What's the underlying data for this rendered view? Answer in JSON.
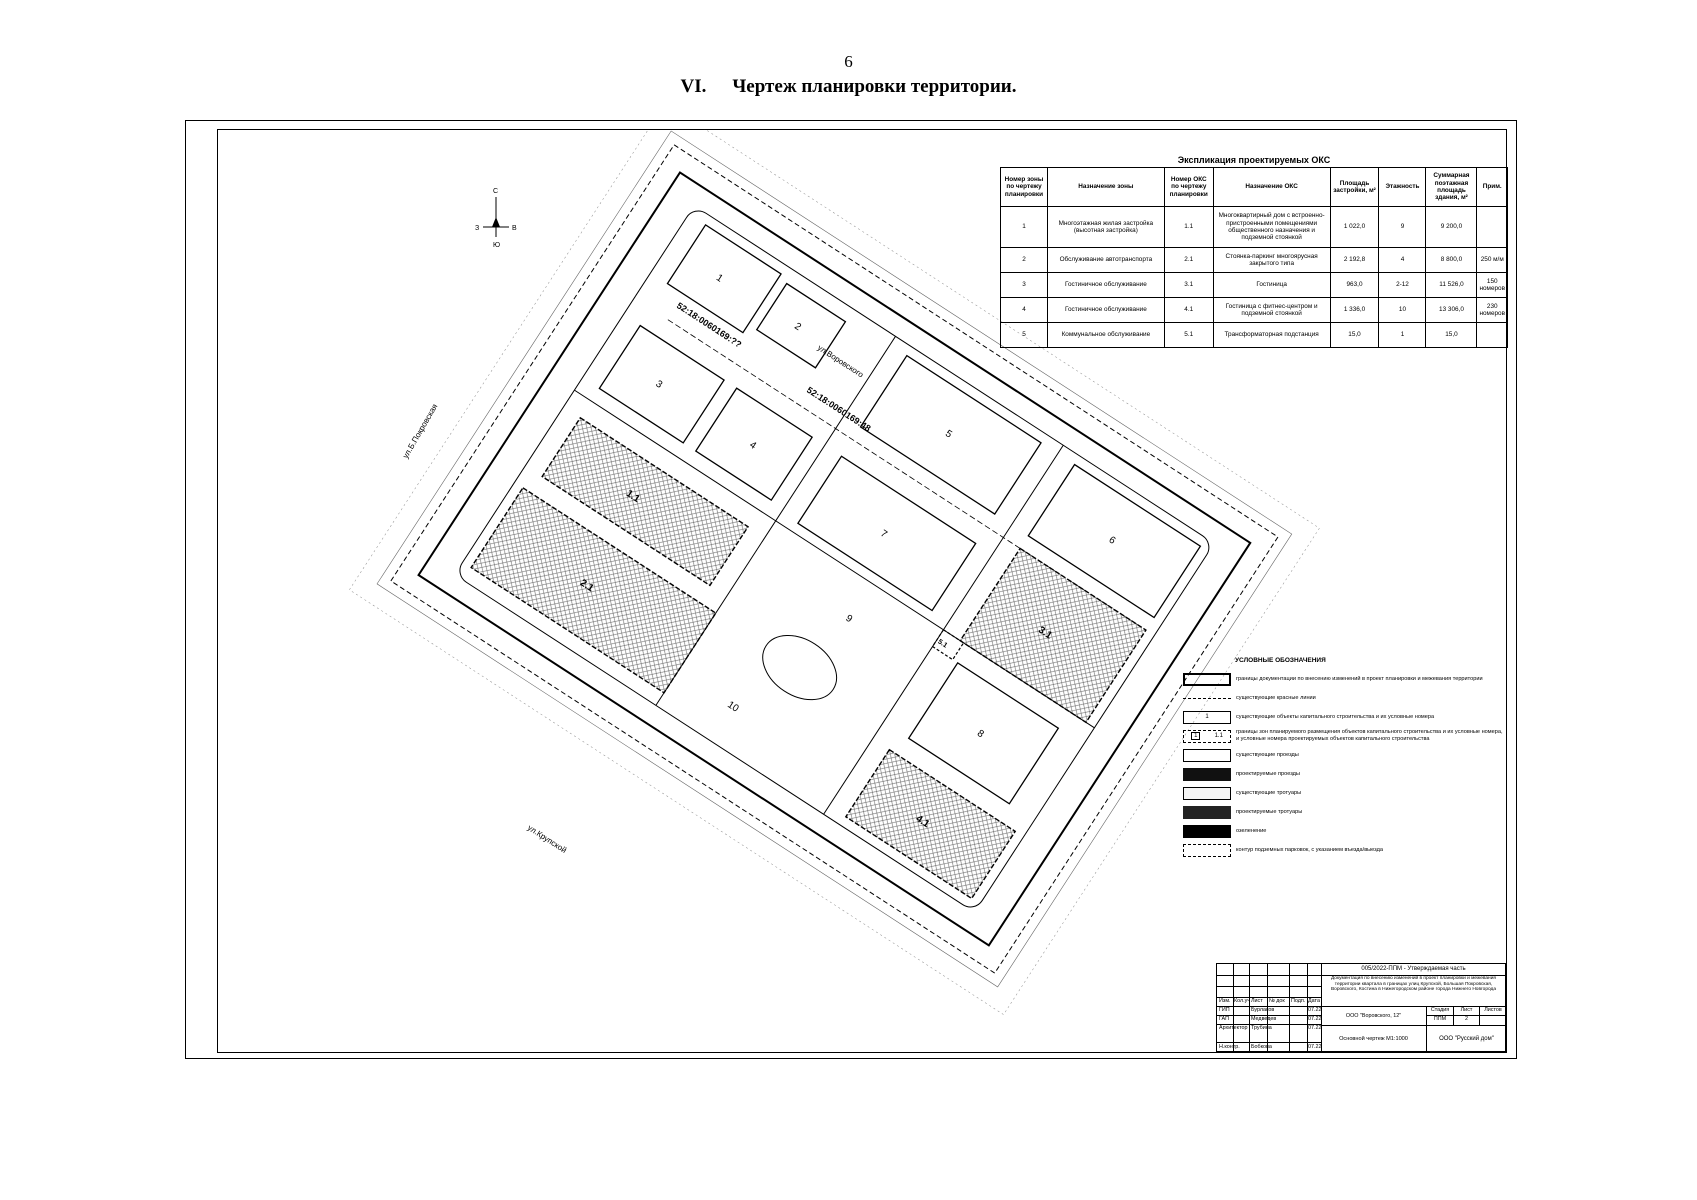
{
  "page": {
    "number": "6",
    "heading_roman": "VI.",
    "heading_text": "Чертеж планировки территории."
  },
  "plan": {
    "compass": {
      "n": "С",
      "s": "Ю",
      "w": "З",
      "e": "В"
    },
    "streets": {
      "pokrovskaya": "ул.Б.Покровская",
      "vorovskogo": "ул.Воровского",
      "krupskoy": "ул.Крупской"
    },
    "cadastral": [
      "52:18:0060169:??",
      "52:18:0060169:48"
    ],
    "existing_numbers": [
      "1",
      "2",
      "3",
      "4",
      "5",
      "6",
      "7",
      "8",
      "9",
      "10"
    ],
    "zone_labels": [
      "1.1",
      "2.1",
      "3.1",
      "4.1",
      "5.1"
    ],
    "zone_numbers": [
      "1",
      "2",
      "3",
      "4",
      "5"
    ]
  },
  "explication": {
    "title": "Экспликация проектируемых ОКС",
    "headers": [
      "Номер зоны по чертежу планировки",
      "Назначение зоны",
      "Номер ОКС по чертежу планировки",
      "Назначение ОКС",
      "Площадь застройки, м²",
      "Этажность",
      "Суммарная поэтажная площадь здания, м²",
      "Прим."
    ],
    "rows": [
      [
        "1",
        "Многоэтажная жилая застройка (высотная застройка)",
        "1.1",
        "Многоквартирный дом с встроенно-пристроенными помещениями общественного назначения и подземной стоянкой",
        "1 022,0",
        "9",
        "9 200,0",
        ""
      ],
      [
        "2",
        "Обслуживание автотранспорта",
        "2.1",
        "Стоянка-паркинг многоярусная закрытого типа",
        "2 192,8",
        "4",
        "8 800,0",
        "250 м/м"
      ],
      [
        "3",
        "Гостиничное обслуживание",
        "3.1",
        "Гостиница",
        "963,0",
        "2-12",
        "11 526,0",
        "150 номеров"
      ],
      [
        "4",
        "Гостиничное обслуживание",
        "4.1",
        "Гостиница с фитнес-центром и подземной стоянкой",
        "1 336,0",
        "10",
        "13 306,0",
        "230 номеров"
      ],
      [
        "5",
        "Коммунальное обслуживание",
        "5.1",
        "Трансформаторная подстанция",
        "15,0",
        "1",
        "15,0",
        ""
      ]
    ]
  },
  "legend": {
    "title": "УСЛОВНЫЕ ОБОЗНАЧЕНИЯ",
    "items": [
      {
        "sym": "boundary",
        "text": "границы документации по внесению изменений в проект планировки и межевания территории"
      },
      {
        "sym": "red-line",
        "text": "существующие красные линии"
      },
      {
        "sym": "number-box",
        "label": "1",
        "text": "существующие объекты капитального строительства и их условные номера"
      },
      {
        "sym": "zone",
        "label_a": "1",
        "label_b": "1.1",
        "text": "границы зон планируемого размещения объектов капитального строительства и их условные номера, и условные номера проектируемых объектов капитального строительства"
      },
      {
        "sym": "exist-roads",
        "text": "существующие проезды"
      },
      {
        "sym": "proj-roads",
        "text": "проектируемые проезды"
      },
      {
        "sym": "exist-walks",
        "text": "существующие тротуары"
      },
      {
        "sym": "proj-walks",
        "text": "проектируемые тротуары"
      },
      {
        "sym": "greening",
        "text": "озеленение"
      },
      {
        "sym": "underground",
        "text": "контур подземных парковок, с указанием въезда/выезда"
      }
    ]
  },
  "title_block": {
    "code": "005/2022-ППМ - Утверждаемая часть",
    "description": "Документация по внесению изменений в проект планировки и межевания территории квартала в границах улиц Крупской, Большая Покровская, Воровского, Костина в Нижегородском районе города Нижнего Новгорода",
    "object": "ООО \"Воровского, 12\"",
    "sheet_name": "Основной чертеж М1:1000",
    "company": "ООО \"Русский дом\"",
    "col_headers": [
      "Изм.",
      "Кол.уч",
      "Лист",
      "№ док",
      "Подп.",
      "Дата"
    ],
    "roles": [
      {
        "role": "ГИП",
        "name": "Бурлаков",
        "date": "07.22"
      },
      {
        "role": "ГАП",
        "name": "Медведев",
        "date": "07.22"
      },
      {
        "role": "Архитектор",
        "name": "Трубина",
        "date": "07.22"
      }
    ],
    "norm": {
      "role": "Н.контр.",
      "name": "Бобкова",
      "date": "07.22"
    },
    "stage_headers": [
      "Стадия",
      "Лист",
      "Листов"
    ],
    "stage_values": [
      "ППМ",
      "2",
      ""
    ]
  },
  "colors": {
    "ink": "#000000",
    "hatch": "#555555",
    "paper": "#ffffff"
  }
}
